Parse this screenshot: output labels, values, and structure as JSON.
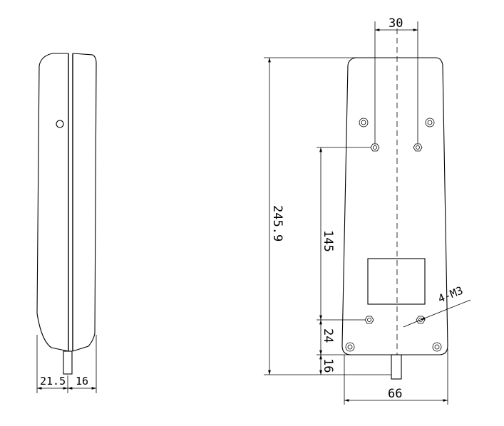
{
  "dimensions": {
    "center_spacing": "30",
    "total_height": "245.9",
    "hole_spacing": "145",
    "lower_offset": "24",
    "cable_length": "16",
    "body_width": "66",
    "side_depth_front": "21.5",
    "side_depth_back": "16"
  },
  "callouts": {
    "thread": "4-M3"
  },
  "icons": {
    "hex_nut": "hex-nut-icon",
    "screw": "screw-icon"
  }
}
